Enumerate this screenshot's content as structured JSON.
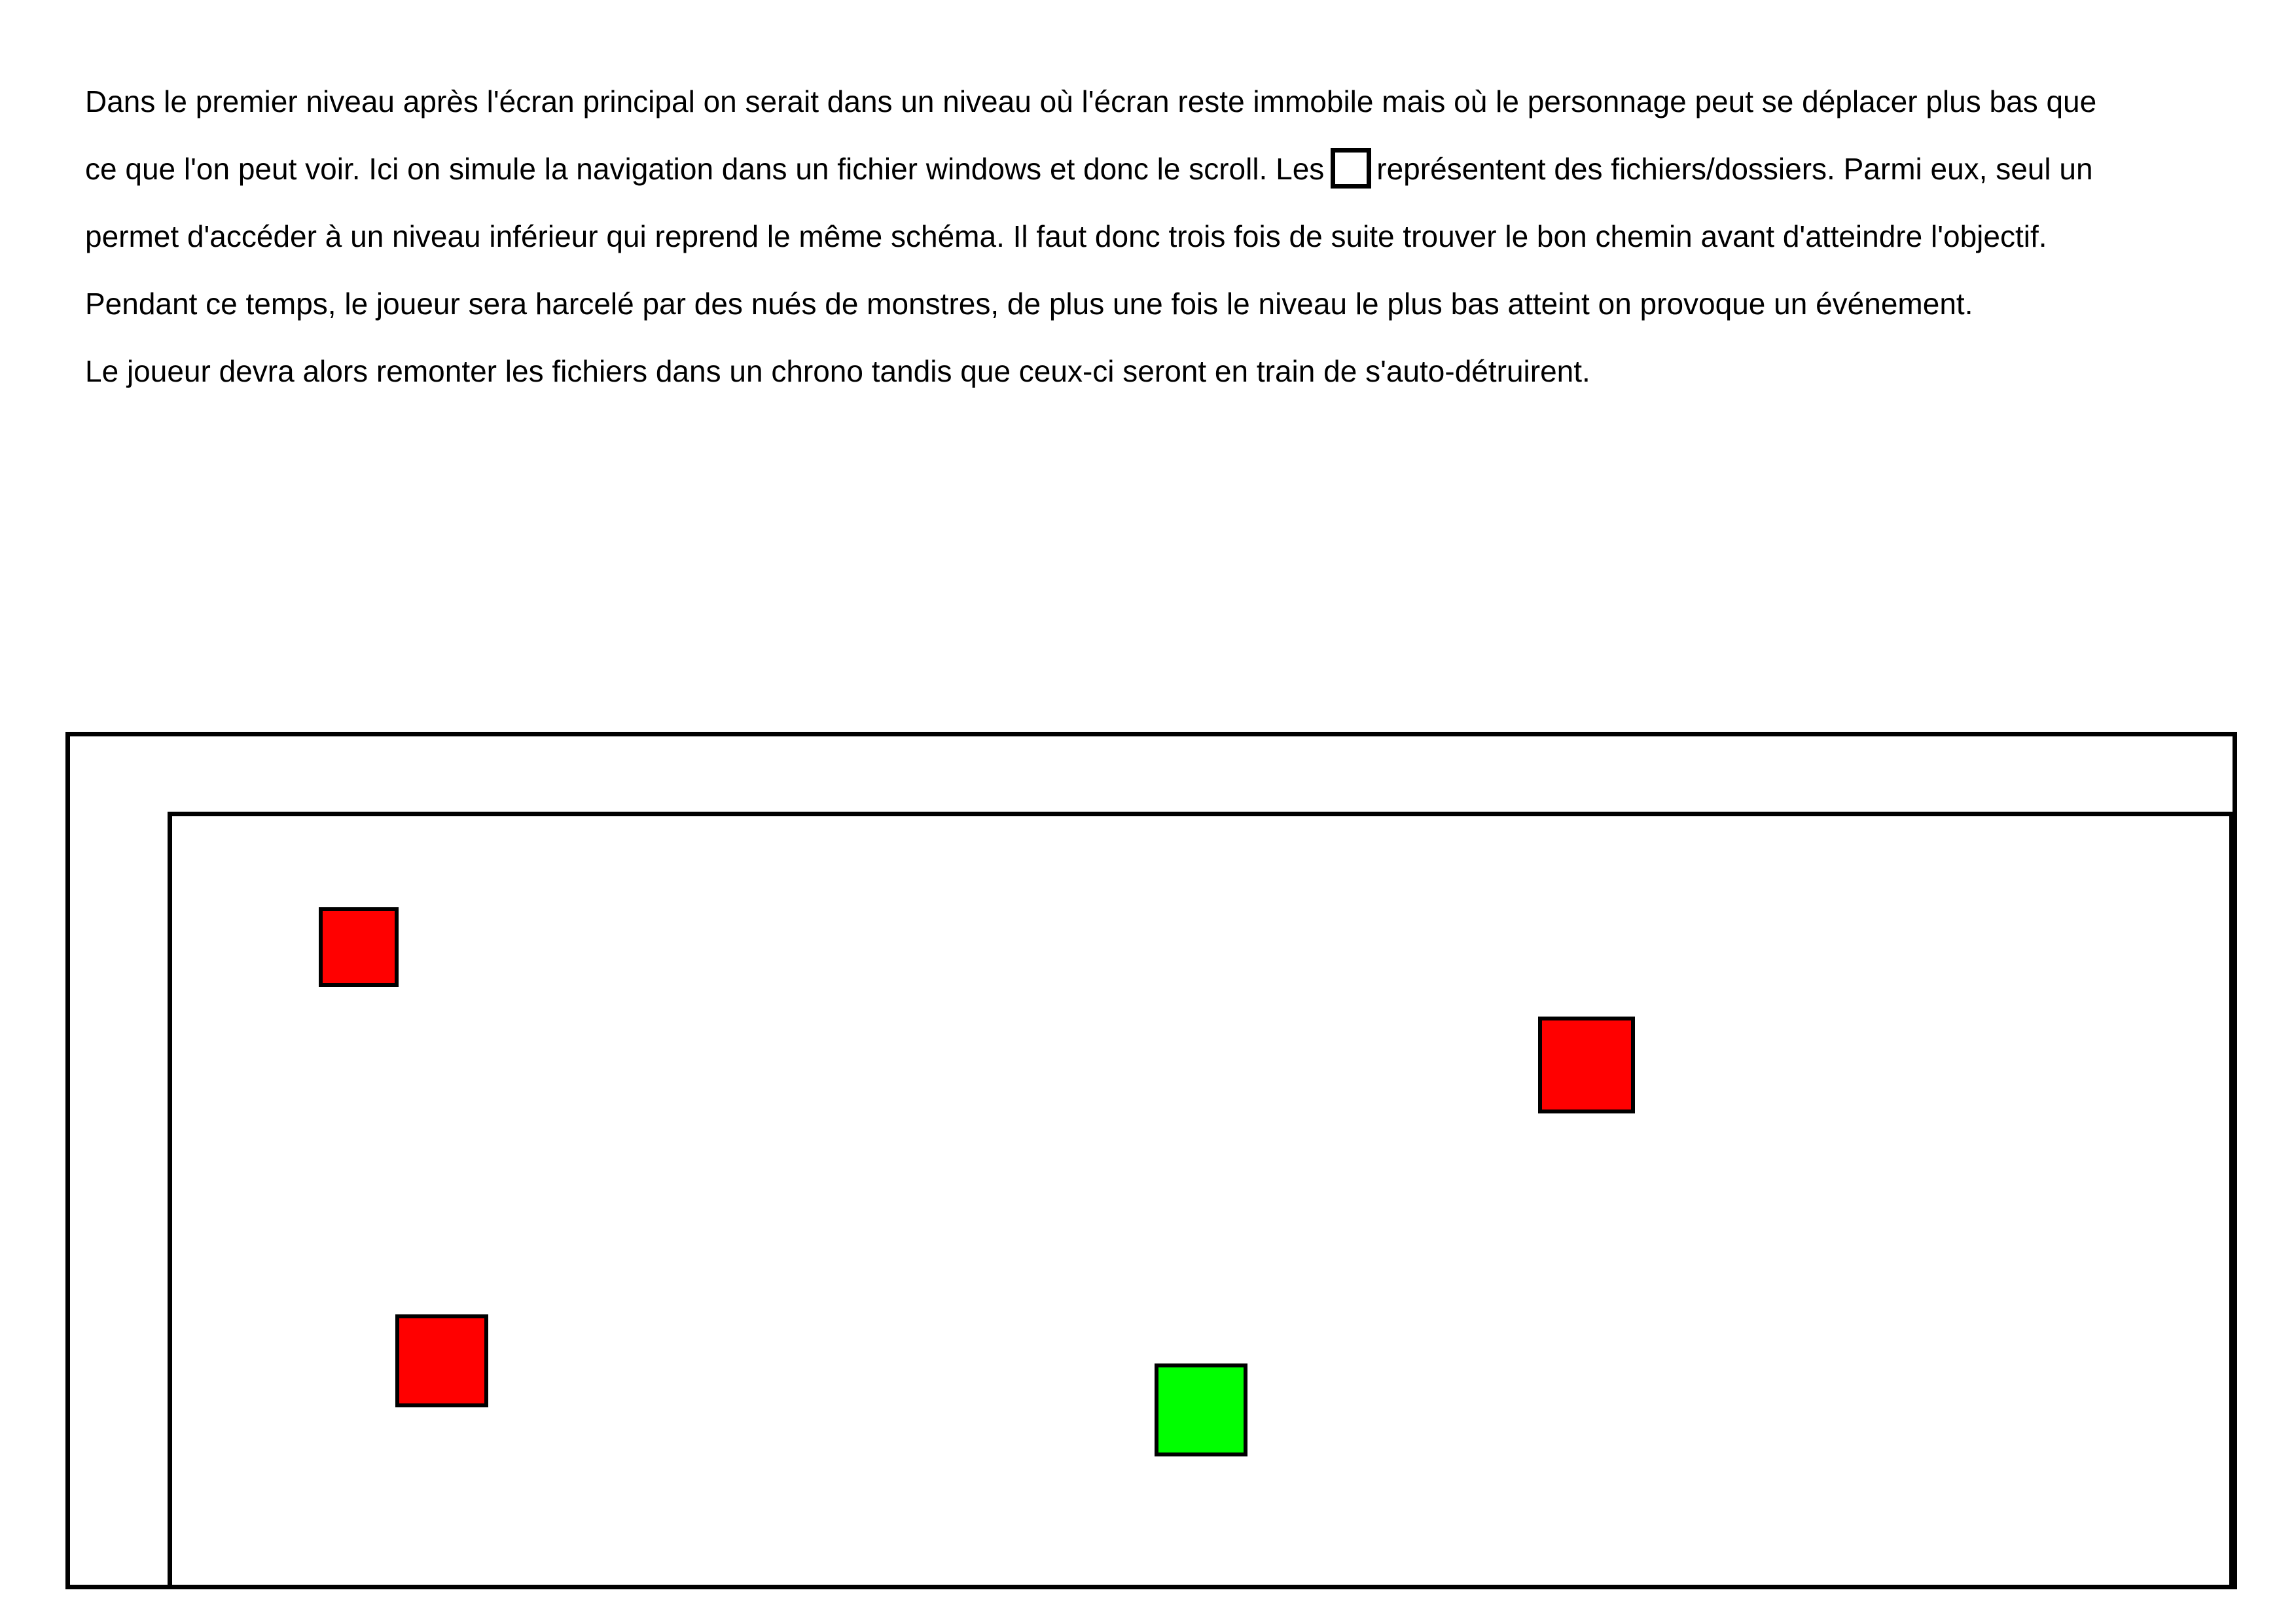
{
  "description_text": {
    "line1": "Dans le premier niveau après l'écran principal on serait dans un niveau où l'écran reste immobile mais où le personnage peut se déplacer plus bas que",
    "line2_before_square": "ce que l'on peut voir. Ici on simule la navigation dans un fichier windows et donc le scroll. Les",
    "line2_after_square": "représentent des fichiers/dossiers. Parmi eux, seul un",
    "line3": "permet d'accéder à un niveau inférieur qui reprend le même schéma. Il faut donc trois fois de suite trouver le bon chemin avant d'atteindre l'objectif.",
    "line4": "Pendant ce temps, le joueur sera harcelé par des nués de monstres, de plus une fois le niveau le plus bas atteint on provoque un événement.",
    "line5": "Le joueur devra alors remonter les fichiers dans un chrono tandis que ceux-ci seront en train de s'auto-détruirent."
  },
  "diagram": {
    "files": [
      {
        "color": "#ff0000"
      },
      {
        "color": "#ff0000"
      },
      {
        "color": "#ff0000"
      },
      {
        "color": "#00ff00"
      }
    ]
  }
}
